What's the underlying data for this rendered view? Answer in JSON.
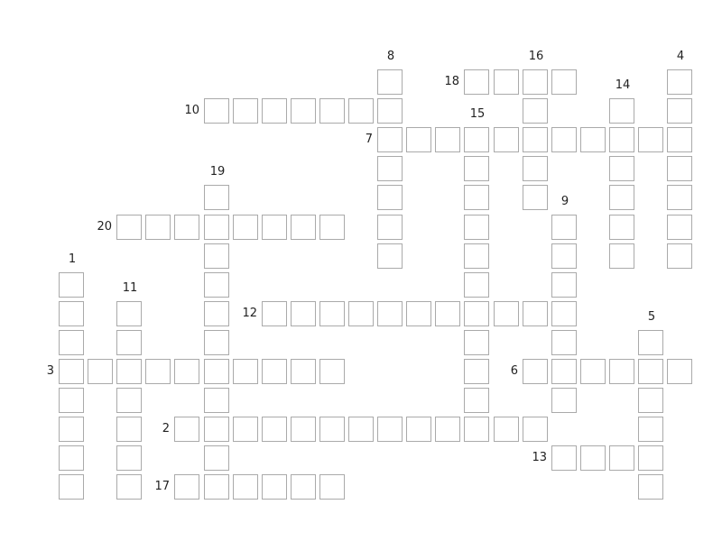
{
  "puzzle": {
    "clue_numbers": {
      "1": "1",
      "2": "2",
      "3": "3",
      "4": "4",
      "5": "5",
      "6": "6",
      "7": "7",
      "8": "8",
      "9": "9",
      "10": "10",
      "11": "11",
      "12": "12",
      "13": "13",
      "14": "14",
      "15": "15",
      "16": "16",
      "17": "17",
      "18": "18",
      "19": "19",
      "20": "20"
    },
    "cell_values": ""
  }
}
